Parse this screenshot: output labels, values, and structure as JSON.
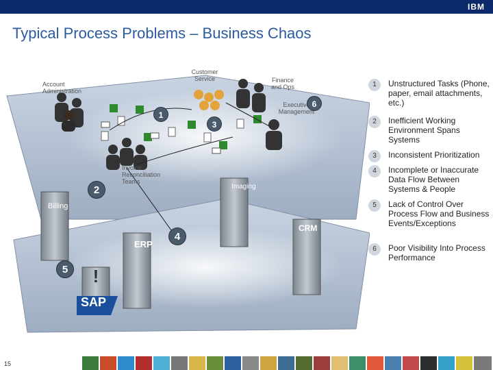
{
  "header": {
    "logo_text": "IBM"
  },
  "slide": {
    "title": "Typical Process Problems – Business Chaos",
    "page_number": "15"
  },
  "diagram": {
    "labels": {
      "account_admin": "Account Administration",
      "customer_service": "Customer Service",
      "finance_ops": "Finance and Ops",
      "executive_mgmt": "Executive Management",
      "invoice_recon": "Invoice Reconciliation Teams",
      "billing": "Billing",
      "imaging": "Imaging",
      "erp": "ERP",
      "crm": "CRM",
      "sap": "SAP"
    },
    "badges": [
      "1",
      "2",
      "3",
      "4",
      "5",
      "6"
    ]
  },
  "problems": [
    {
      "num": "1",
      "text": "Unstructured Tasks (Phone, paper, email attachments, etc.)"
    },
    {
      "num": "2",
      "text": "Inefficient Working Environment Spans Systems"
    },
    {
      "num": "3",
      "text": "Inconsistent Prioritization"
    },
    {
      "num": "4",
      "text": "Incomplete or Inaccurate Data Flow Between Systems & People"
    },
    {
      "num": "5",
      "text": "Lack of Control Over Process Flow and Business Events/Exceptions"
    },
    {
      "num": "6",
      "text": "Poor Visibility Into Process Performance"
    }
  ],
  "colors": {
    "title": "#2c5aa0",
    "topbar": "#0a2a6b",
    "platform": "#a7b6cc",
    "badge": "#4a5b6c"
  }
}
